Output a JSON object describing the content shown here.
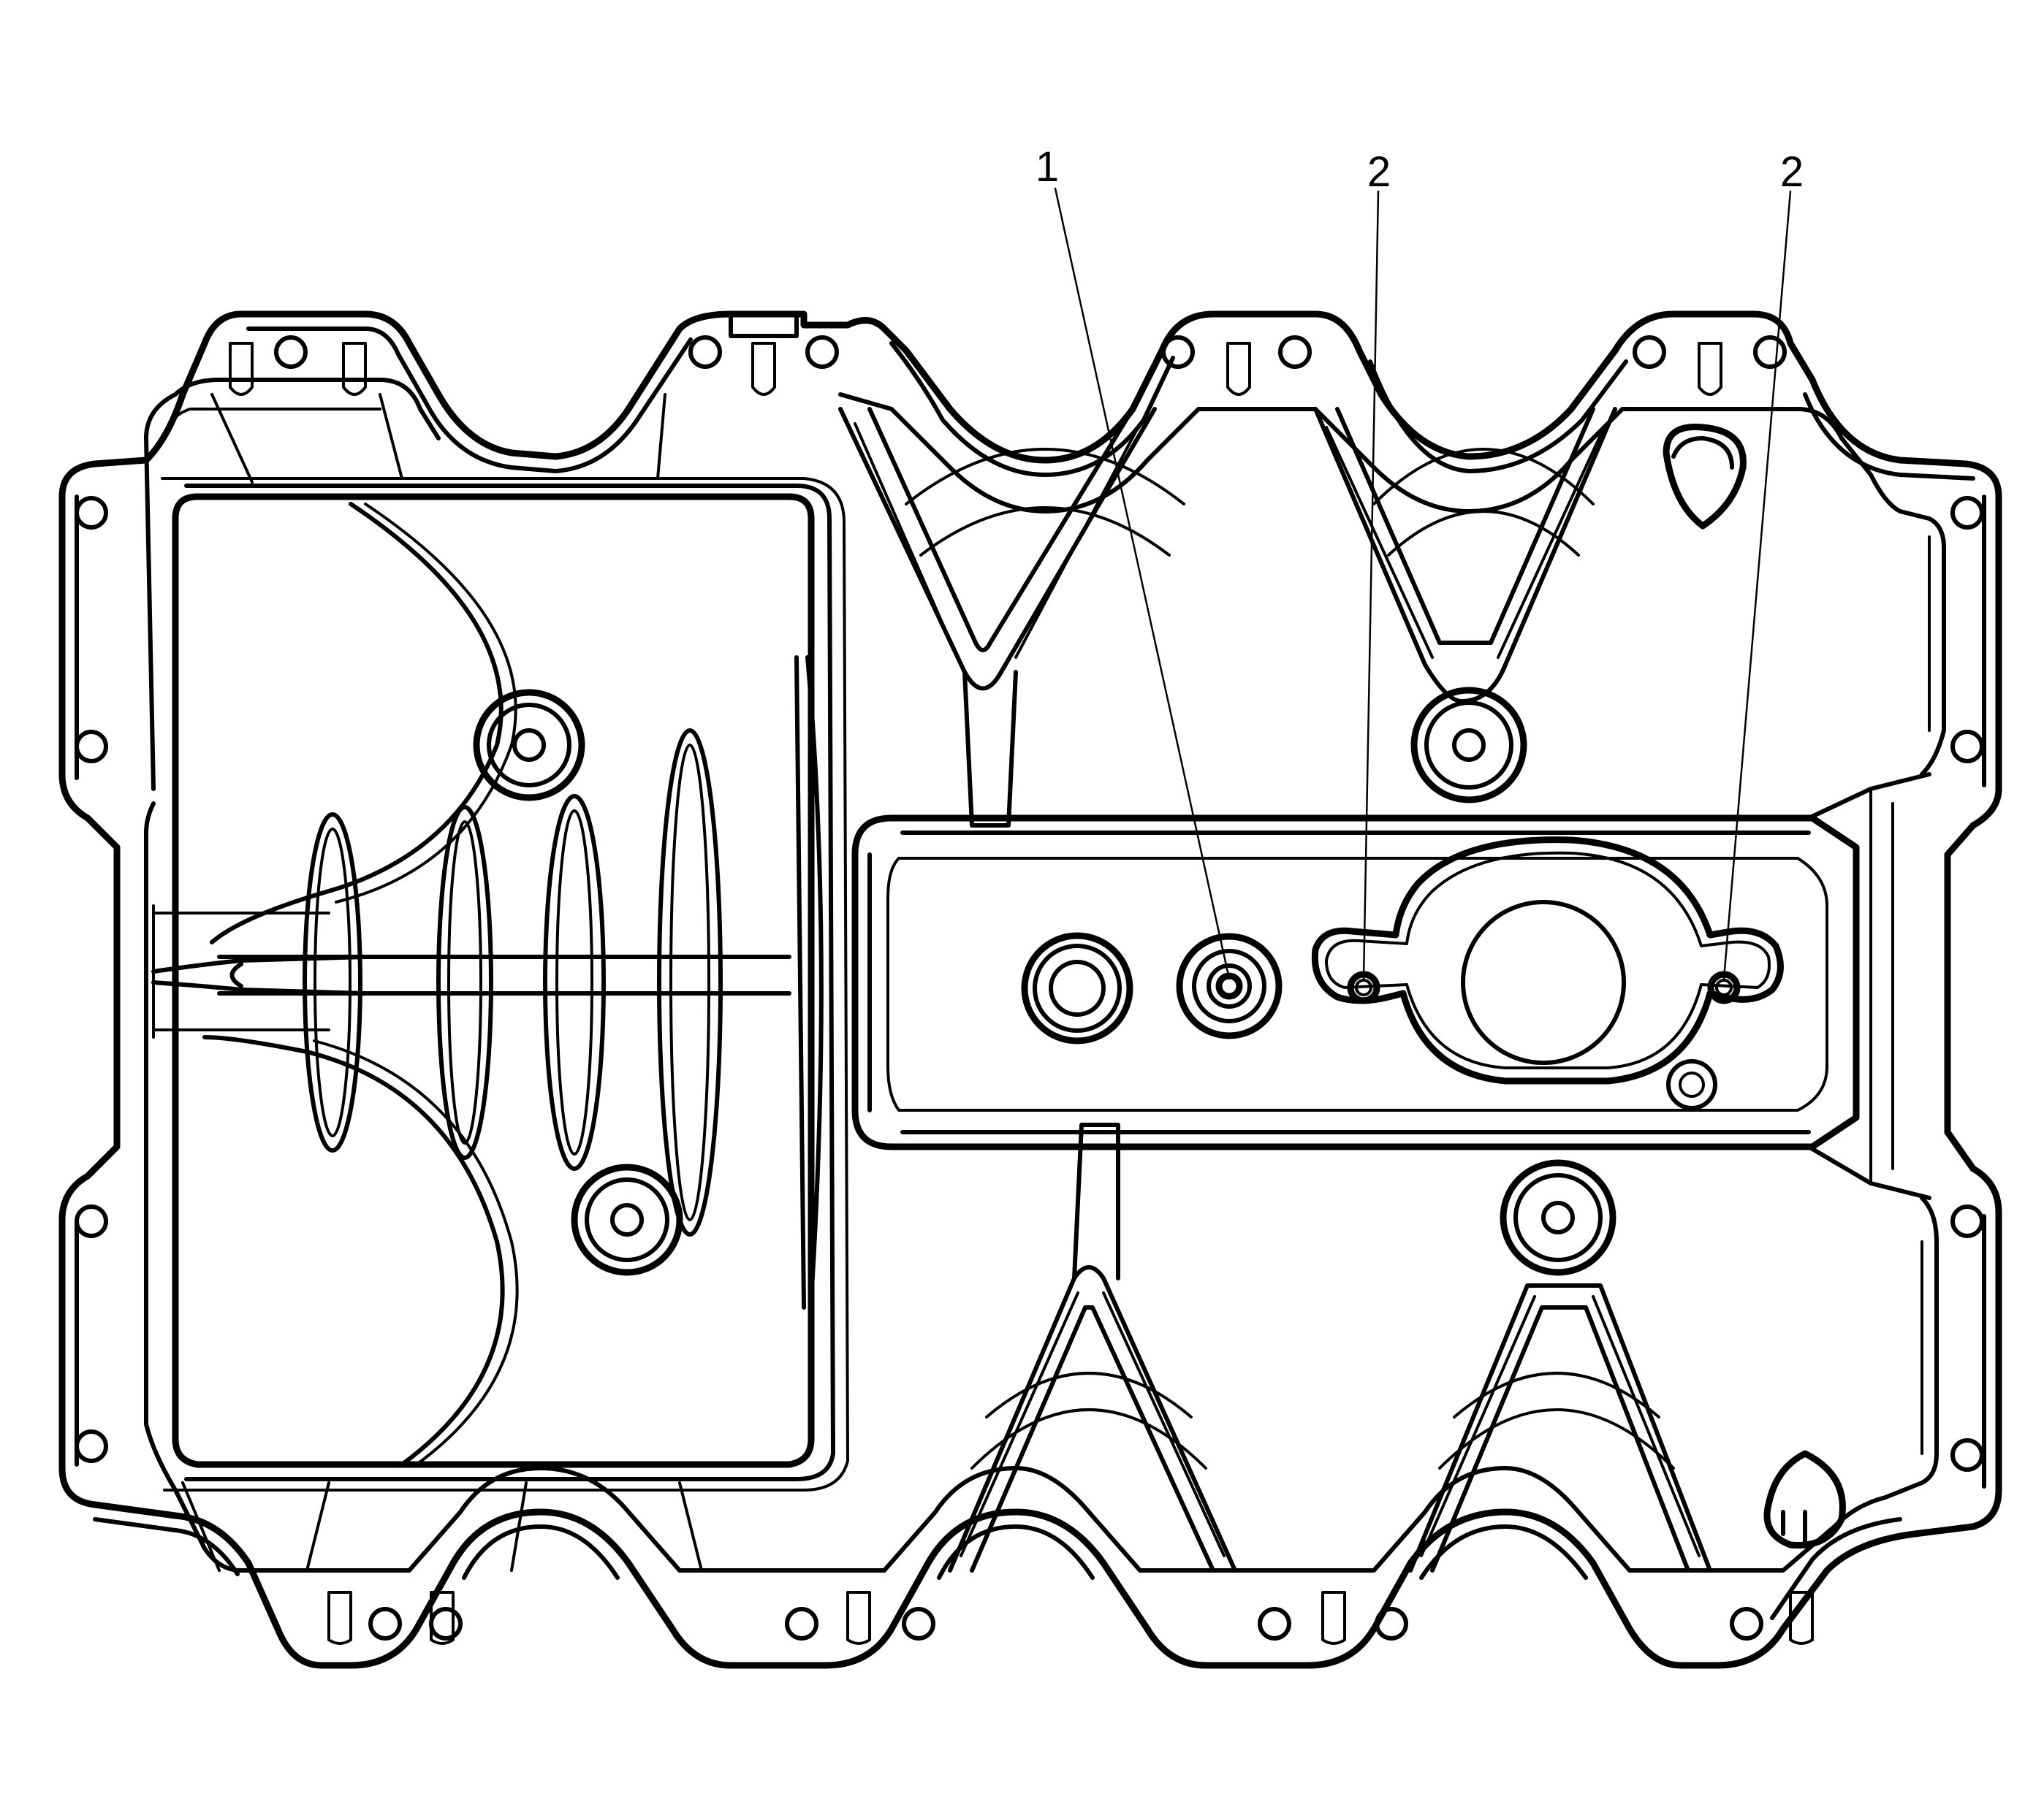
{
  "callouts": [
    {
      "id": "callout-1",
      "label": "1"
    },
    {
      "id": "callout-2a",
      "label": "2"
    },
    {
      "id": "callout-2b",
      "label": "2"
    }
  ],
  "colors": {
    "line": "#000000",
    "background": "#ffffff"
  }
}
